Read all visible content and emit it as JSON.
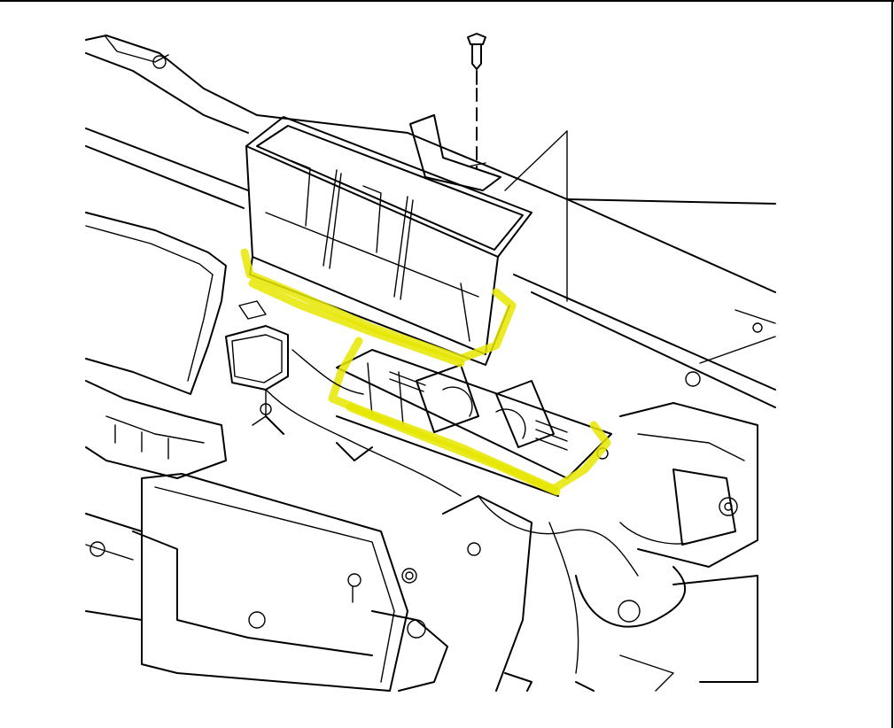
{
  "figure": {
    "kind": "line-art service diagram",
    "highlight_color": "#e6e600",
    "line_color": "#000000",
    "background_color": "#ffffff",
    "callouts": []
  },
  "parts": [
    {
      "name": "dash-panel-frame"
    },
    {
      "name": "air-duct-outlet-upper"
    },
    {
      "name": "air-duct-lower-housing"
    },
    {
      "name": "push-pin-fastener-icon"
    },
    {
      "name": "leader-line"
    },
    {
      "name": "hvac-module-housing"
    },
    {
      "name": "instrument-cluster-housing"
    },
    {
      "name": "electrical-connector-icon"
    },
    {
      "name": "mounting-bracket-right"
    },
    {
      "name": "wiring-harness"
    }
  ]
}
